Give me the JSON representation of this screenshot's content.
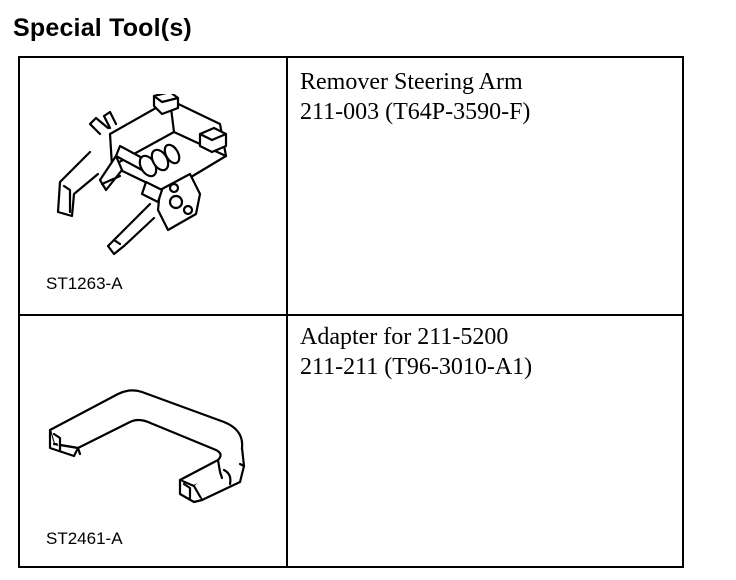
{
  "title": "Special Tool(s)",
  "tools": [
    {
      "image_label": "ST1263-A",
      "name": "Remover Steering Arm",
      "number": "211-003 (T64P-3590-F)",
      "illustration": "steering-arm-remover-icon"
    },
    {
      "image_label": "ST2461-A",
      "name": "Adapter for 211-5200",
      "number": "211-211 (T96-3010-A1)",
      "illustration": "adapter-bracket-icon"
    }
  ]
}
